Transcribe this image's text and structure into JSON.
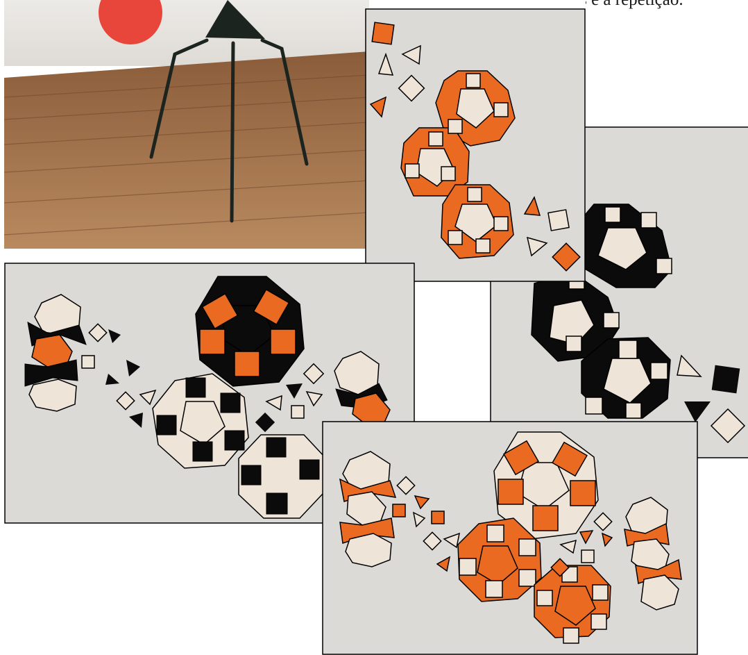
{
  "caption": {
    "text": "as cores e a repetição."
  },
  "colors": {
    "orange": "#ea6a22",
    "cream": "#efe4d8",
    "black": "#0b0b0b",
    "panel_bg": "#dcdad6",
    "red_ball": "#e8463a",
    "floor": "#9a6a45"
  },
  "icons": [
    "photo-sculpture",
    "tiling-panel"
  ]
}
